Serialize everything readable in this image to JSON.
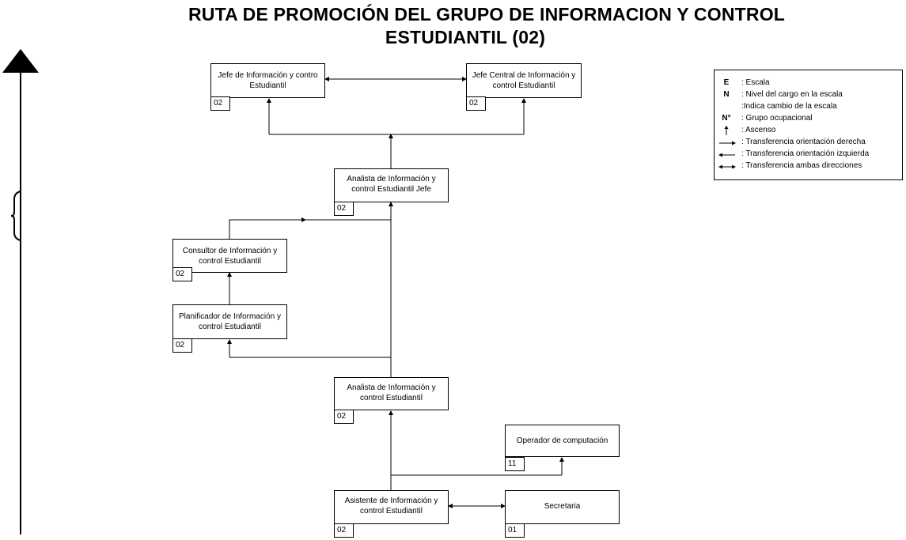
{
  "title": {
    "line1": "RUTA DE PROMOCIÓN DEL GRUPO DE INFORMACION Y CONTROL",
    "line2": "ESTUDIANTIL (02)"
  },
  "boxes": {
    "jefe": {
      "label": "Jefe de Información y contro\nEstudiantil",
      "code": "02"
    },
    "jefe_central": {
      "label": "Jefe Central de Información y\ncontrol Estudiantil",
      "code": "02"
    },
    "analista_jefe": {
      "label": "Analista de Información y\ncontrol Estudiantil Jefe",
      "code": "02"
    },
    "consultor": {
      "label": "Consultor de Información y\ncontrol Estudiantil",
      "code": "02"
    },
    "planificador": {
      "label": "Planificador de Información y\ncontrol Estudiantil",
      "code": "02"
    },
    "analista": {
      "label": "Analista de Información y\ncontrol Estudiantil",
      "code": "02"
    },
    "operador": {
      "label": "Operador de computación",
      "code": "11"
    },
    "asistente": {
      "label": "Asistente de Información y\ncontrol Estudiantil",
      "code": "02"
    },
    "secretaria": {
      "label": "Secretaria",
      "code": "01"
    }
  },
  "legend": {
    "rows": [
      {
        "key": "E",
        "text": ": Escala"
      },
      {
        "key": "N",
        "text": ": Nivel del cargo en la escala"
      },
      {
        "key": "",
        "text": ":Indica cambio de la escala"
      },
      {
        "key": "N°",
        "text": ": Grupo ocupacional"
      },
      {
        "key": "",
        "text": ": Ascenso",
        "icon": "arrow-up-icon"
      },
      {
        "key": "",
        "text": ": Transferencia orientación derecha",
        "icon": "arrow-right-icon"
      },
      {
        "key": "",
        "text": ": Transferencia orientación izquierda",
        "icon": "arrow-left-icon"
      },
      {
        "key": "",
        "text": ": Transferencia ambas direcciones",
        "icon": "arrow-both-icon"
      }
    ]
  }
}
